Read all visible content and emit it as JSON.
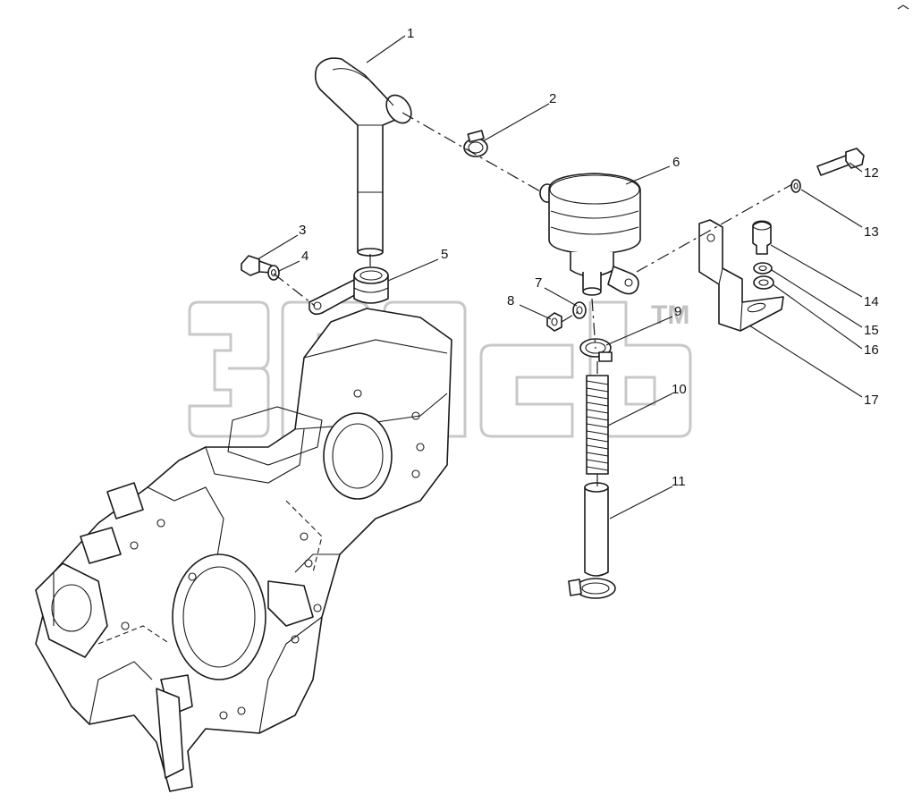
{
  "diagram": {
    "type": "exploded-parts-view",
    "watermark": {
      "text": "TM"
    },
    "callouts": [
      "1",
      "2",
      "3",
      "4",
      "5",
      "6",
      "7",
      "8",
      "9",
      "10",
      "11",
      "12",
      "13",
      "14",
      "15",
      "16",
      "17"
    ],
    "colors": {
      "line": "#1a1a1a",
      "background": "#ffffff",
      "watermark": "#9a9a9a"
    }
  }
}
